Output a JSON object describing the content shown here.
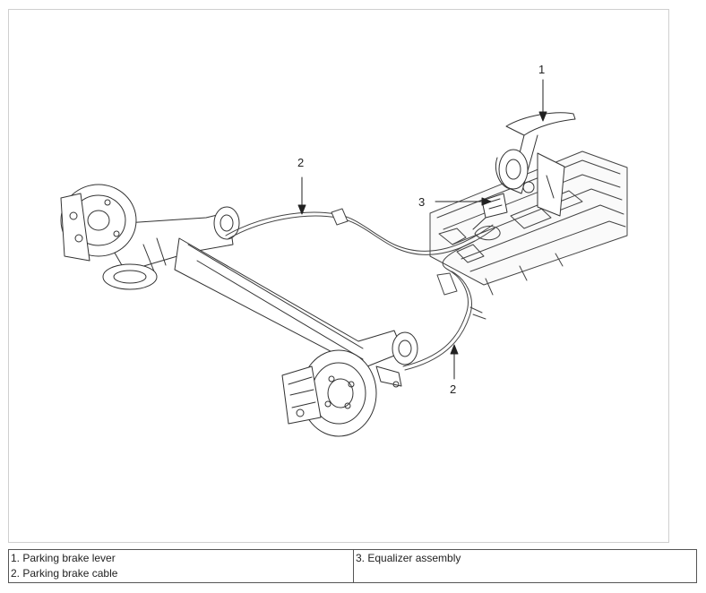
{
  "diagram": {
    "callouts": [
      {
        "id": "lever",
        "label": "1"
      },
      {
        "id": "cable-upper",
        "label": "2"
      },
      {
        "id": "equalizer",
        "label": "3"
      },
      {
        "id": "cable-lower",
        "label": "2"
      }
    ]
  },
  "legend": {
    "left": [
      "1. Parking brake lever",
      "2. Parking brake cable"
    ],
    "right": [
      "3. Equalizer assembly"
    ]
  }
}
